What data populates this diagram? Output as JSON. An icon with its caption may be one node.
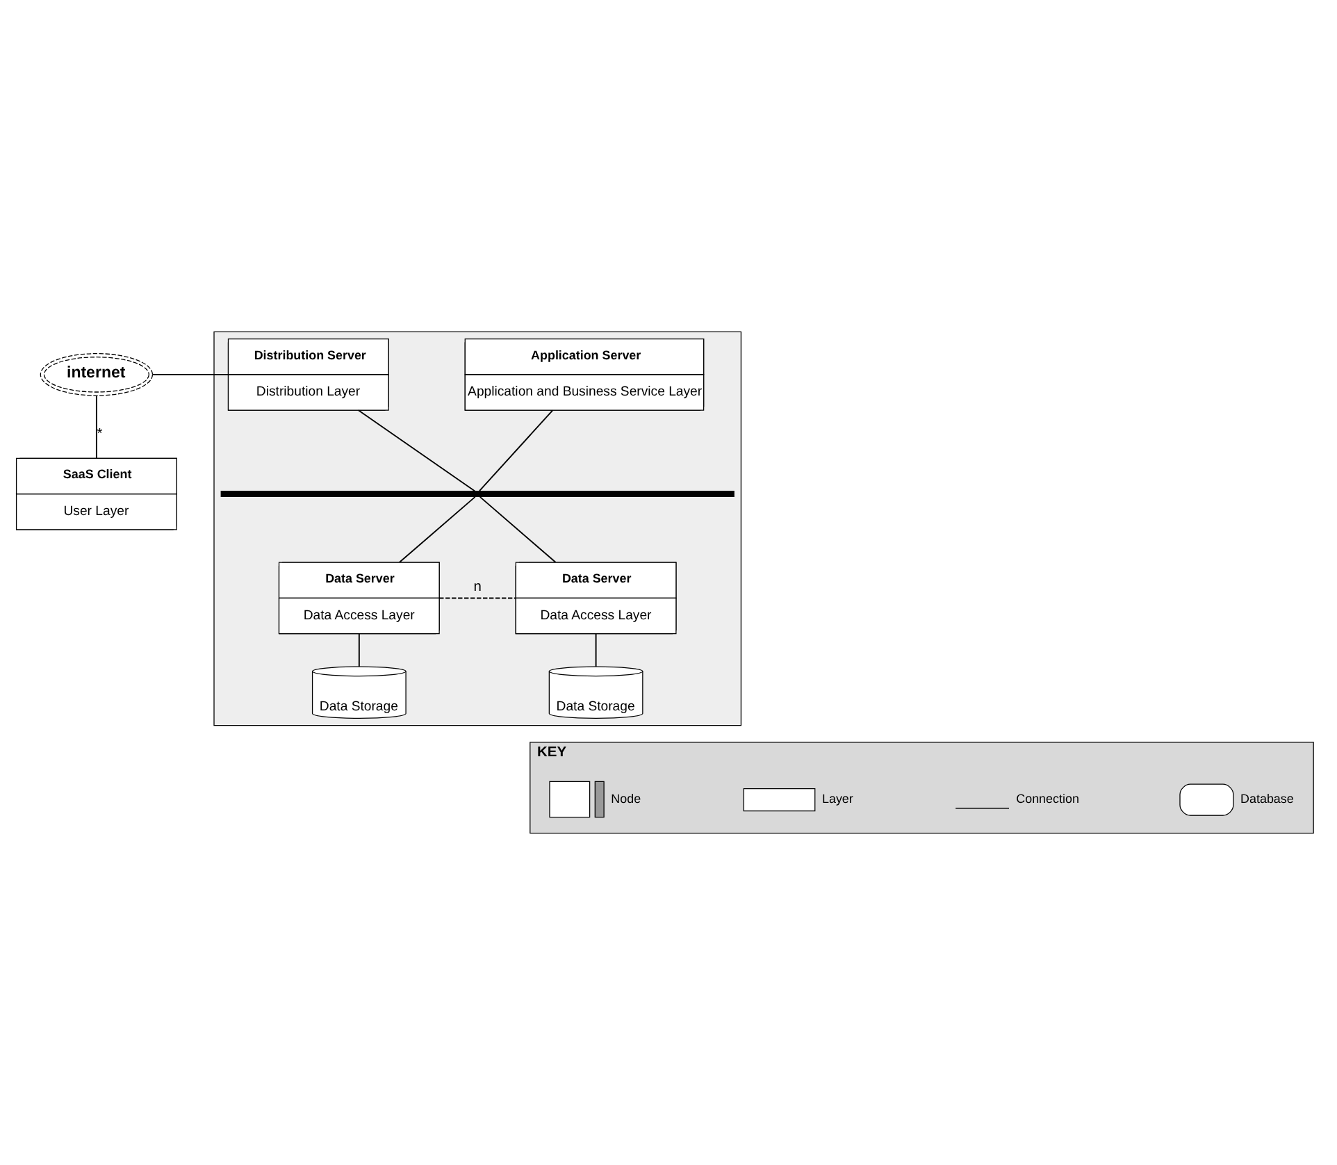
{
  "diagram": {
    "nodes": [
      {
        "text": [
          "internet"
        ]
      },
      {
        "text": [
          "SaaS Client",
          "User Layer"
        ]
      },
      {
        "text": [],
        "shape": "box"
      },
      {
        "text": [
          "Distribution Server",
          "Distribution Layer"
        ],
        "in": 2
      },
      {
        "text": [
          "Application Server",
          "Application and Business Service Layer"
        ],
        "in": 2
      },
      {
        "text": [],
        "shape": "bar",
        "in": 2
      },
      {
        "text": [
          "Data Server",
          "Data Access Layer"
        ],
        "in": 2
      },
      {
        "text": [
          "Data Server",
          "Data Access Layer"
        ],
        "in": 2
      },
      {
        "text": [
          "Data Storage"
        ],
        "in": 2
      },
      {
        "text": [
          "Data Storage"
        ],
        "in": 2
      },
      {
        "text": [
          "KEY"
        ]
      }
    ],
    "edges": [
      {
        "from": 0,
        "to": 3,
        "arrow": "none"
      },
      {
        "from": 0,
        "to": 1,
        "arrow": "none",
        "label": "*"
      },
      {
        "from": 3,
        "to": 5,
        "arrow": "none"
      },
      {
        "from": 4,
        "to": 5,
        "arrow": "none"
      },
      {
        "from": 5,
        "to": 6,
        "arrow": "none"
      },
      {
        "from": 5,
        "to": 7,
        "arrow": "none"
      },
      {
        "from": 6,
        "to": 7,
        "arrow": "none",
        "label": "n",
        "style": "dashed"
      },
      {
        "from": 6,
        "to": 8,
        "arrow": "none"
      },
      {
        "from": 7,
        "to": 9,
        "arrow": "none"
      }
    ],
    "legend": [
      {
        "text": "Node"
      },
      {
        "text": "Layer"
      },
      {
        "text": "Connection"
      },
      {
        "text": "Database"
      }
    ]
  }
}
